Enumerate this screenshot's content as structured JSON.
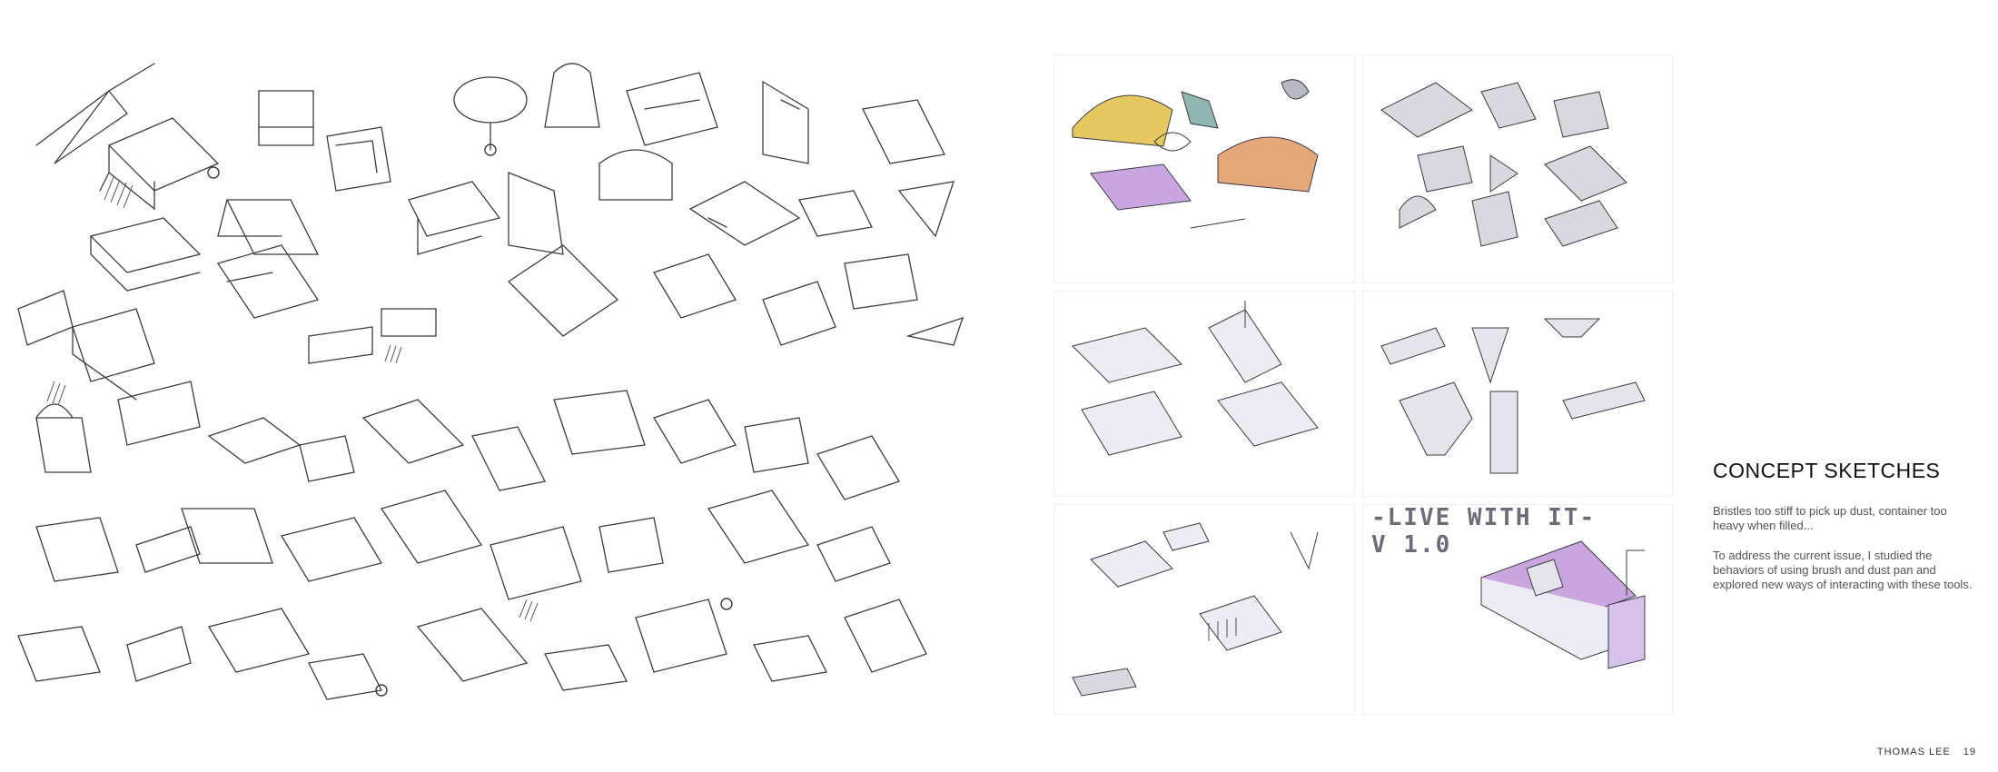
{
  "spread": {
    "title": "CONCEPT SKETCHES",
    "paragraphs": [
      "Bristles too stiff to pick up dust, container too heavy when filled...",
      "To address the current issue, I studied the behaviors of using brush and dust pan and explored new ways of interacting with these tools."
    ],
    "sketch_overlay": "-LIVE WITH IT-\nV 1.0"
  },
  "footer": {
    "author": "THOMAS LEE",
    "page_number": "19"
  },
  "colors": {
    "ink": "#3b3b44",
    "marker_yellow": "#e6c860",
    "marker_purple": "#c9a6e0",
    "marker_orange": "#e3a779",
    "marker_teal": "#8fb7b0",
    "marker_grey": "#b8b8c2"
  }
}
